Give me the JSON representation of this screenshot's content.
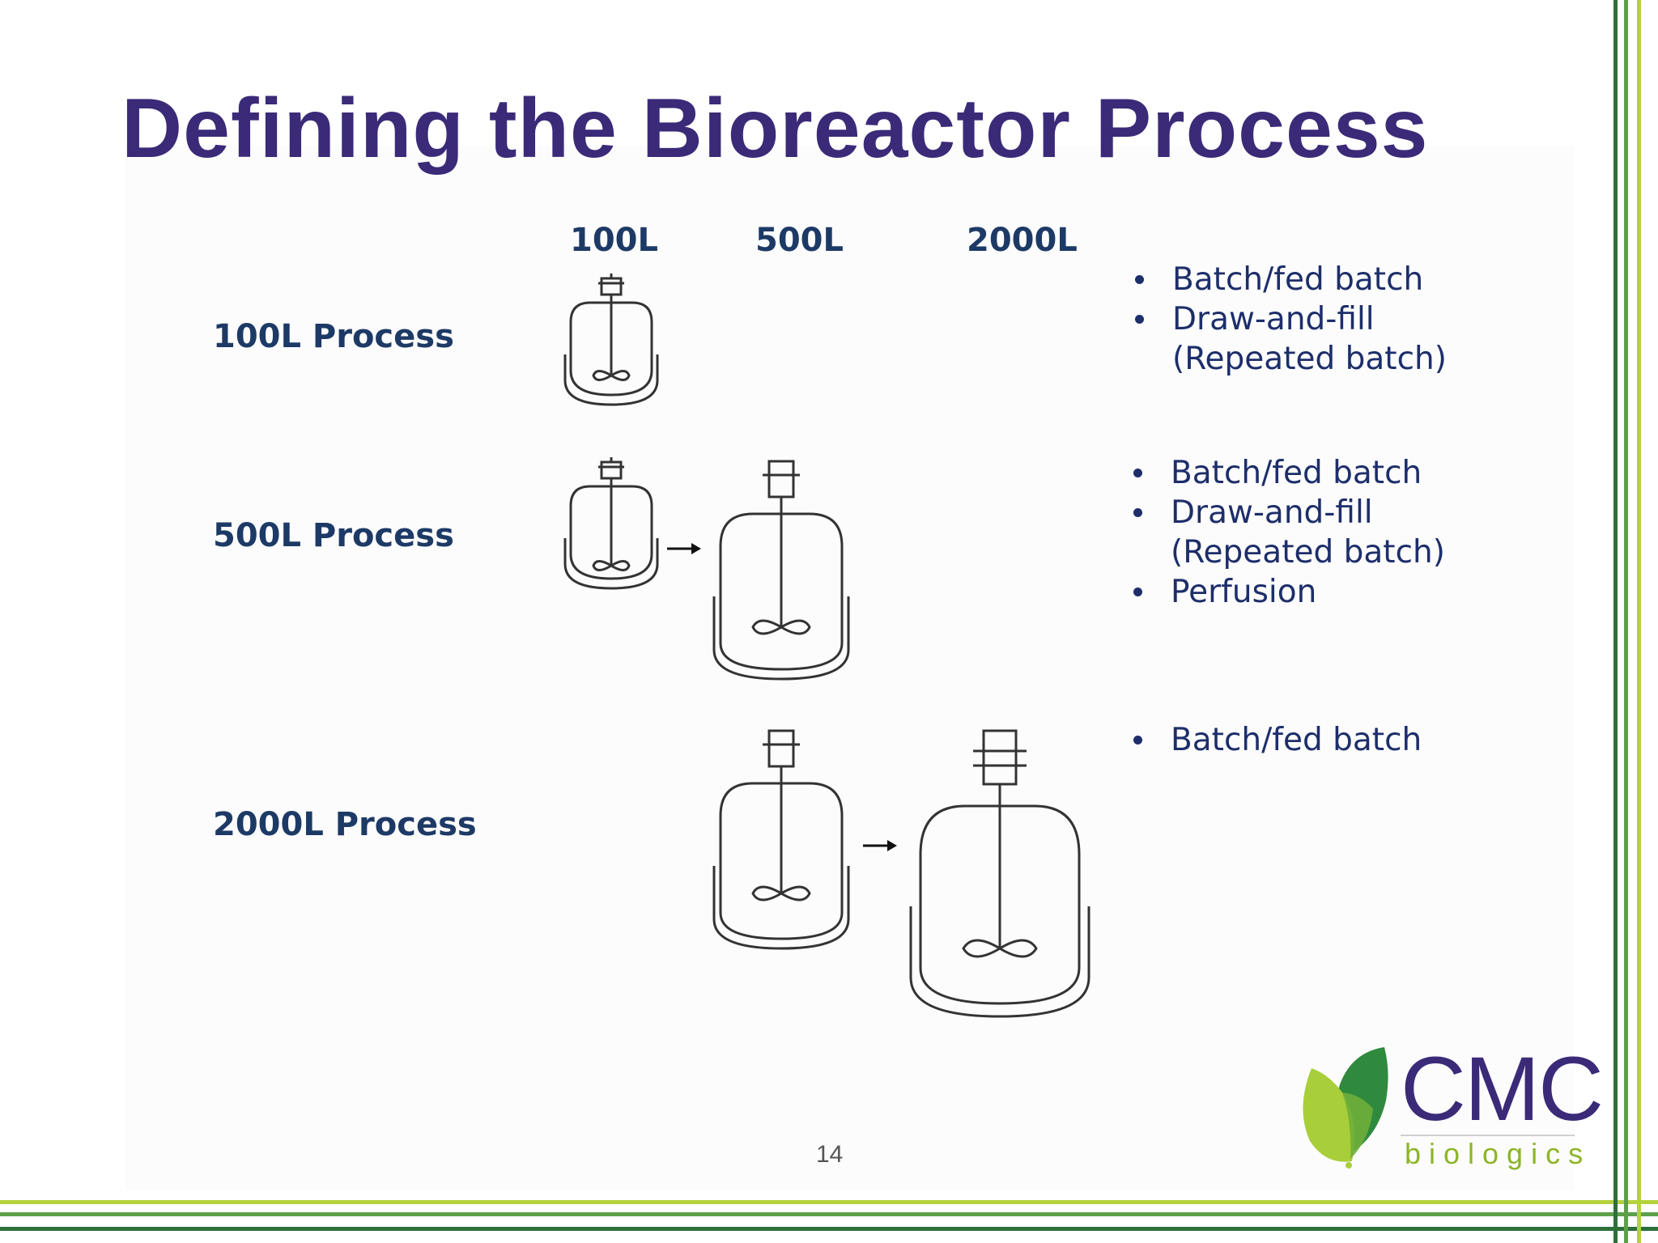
{
  "slide": {
    "title": "Defining the Bioreactor Process",
    "page_number": "14"
  },
  "diagram": {
    "columns": [
      "100L",
      "500L",
      "2000L"
    ],
    "rows": [
      {
        "label": "100L Process",
        "bullets": [
          {
            "text": "Batch/fed batch",
            "bullet": true
          },
          {
            "text": "Draw-and-fill",
            "bullet": true
          },
          {
            "text": "(Repeated batch)",
            "bullet": false
          }
        ]
      },
      {
        "label": "500L Process",
        "bullets": [
          {
            "text": "Batch/fed batch",
            "bullet": true
          },
          {
            "text": "Draw-and-fill",
            "bullet": true
          },
          {
            "text": "(Repeated batch)",
            "bullet": false
          },
          {
            "text": "Perfusion",
            "bullet": true
          }
        ]
      },
      {
        "label": "2000L Process",
        "bullets": [
          {
            "text": "Batch/fed batch",
            "bullet": true
          }
        ]
      }
    ]
  },
  "logo": {
    "name": "CMC",
    "subtitle": "biologics",
    "colors": {
      "name": "#3b2a78",
      "subtitle": "#8db526",
      "leaf_dark": "#2f8a3e",
      "leaf_light": "#a8cf3a"
    }
  },
  "colors": {
    "title": "#3b2a78",
    "label": "#1d3a66",
    "border_dark_green": "#2f6f3a",
    "border_light_green": "#b4d23c"
  }
}
